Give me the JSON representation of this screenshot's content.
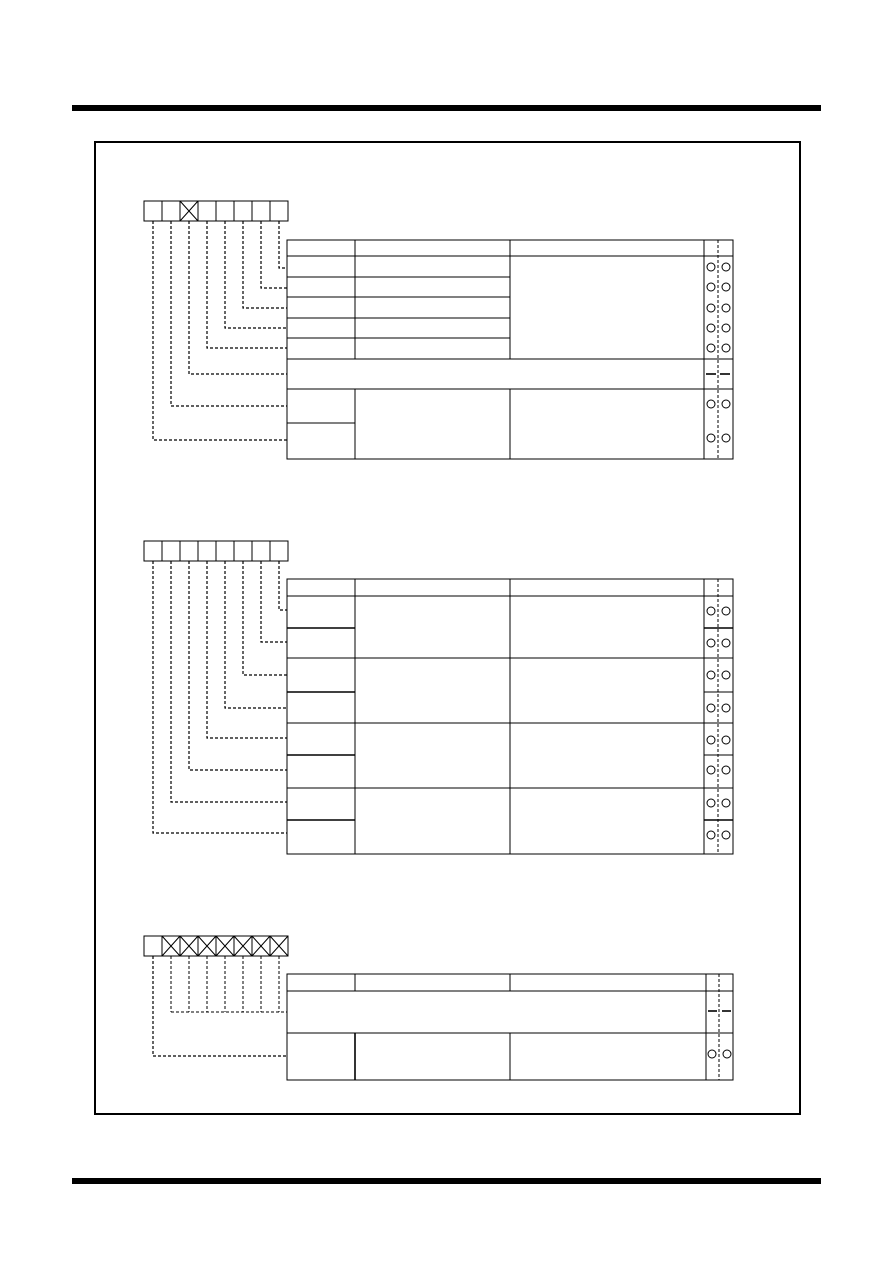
{
  "colors": {
    "ink": "#000000",
    "paper": "#ffffff"
  },
  "sections": [
    {
      "bit_cells": 8,
      "reserved_bits": [
        2
      ],
      "rows": [
        {
          "bit": 0,
          "kind": "row",
          "marker": "circles"
        },
        {
          "bit": 1,
          "kind": "row",
          "marker": "circles"
        },
        {
          "bit": 2,
          "kind": "row",
          "marker": "circles"
        },
        {
          "bit": 3,
          "kind": "row",
          "marker": "circles"
        },
        {
          "bit": 4,
          "kind": "row",
          "marker": "circles"
        },
        {
          "bit": 5,
          "kind": "reserved",
          "marker": "dashes"
        },
        {
          "bit": 6,
          "kind": "row",
          "marker": "circles"
        },
        {
          "bit": 7,
          "kind": "row",
          "marker": "circles"
        }
      ]
    },
    {
      "bit_cells": 8,
      "reserved_bits": [],
      "rows": [
        {
          "bit": 0,
          "kind": "row",
          "marker": "circles"
        },
        {
          "bit": 1,
          "kind": "row",
          "marker": "circles"
        },
        {
          "bit": 2,
          "kind": "row",
          "marker": "circles"
        },
        {
          "bit": 3,
          "kind": "row",
          "marker": "circles"
        },
        {
          "bit": 4,
          "kind": "row",
          "marker": "circles"
        },
        {
          "bit": 5,
          "kind": "row",
          "marker": "circles"
        },
        {
          "bit": 6,
          "kind": "row",
          "marker": "circles"
        },
        {
          "bit": 7,
          "kind": "row",
          "marker": "circles"
        }
      ]
    },
    {
      "bit_cells": 8,
      "reserved_bits": [
        1,
        2,
        3,
        4,
        5,
        6,
        7
      ],
      "rows": [
        {
          "bit": "0-6",
          "kind": "reserved",
          "marker": "dashes"
        },
        {
          "bit": 7,
          "kind": "row",
          "marker": "circles"
        }
      ]
    }
  ]
}
